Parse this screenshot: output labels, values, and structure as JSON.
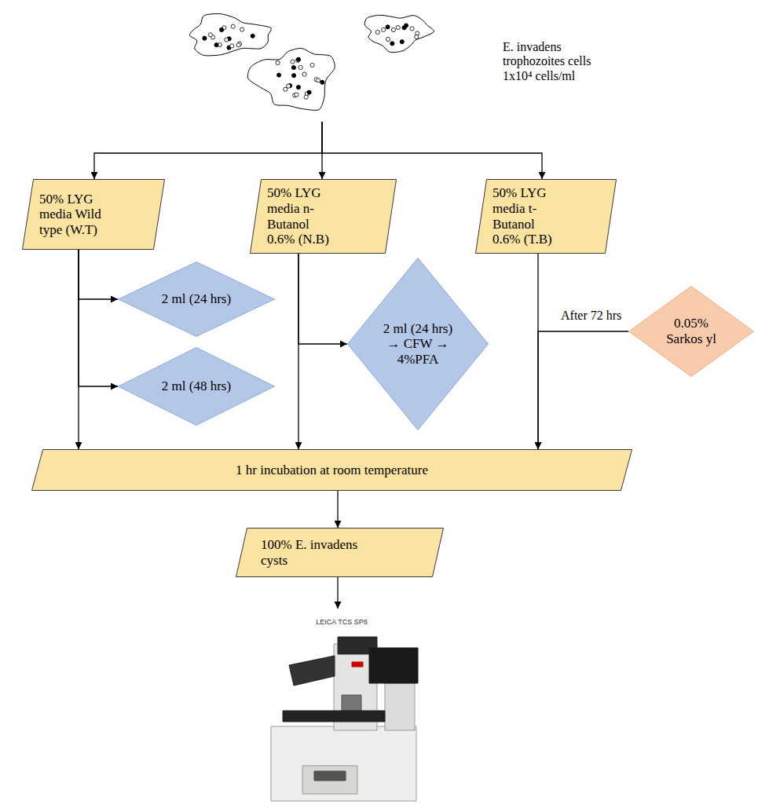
{
  "diagram": {
    "nodes": [
      {
        "text": [
          "E. invadens trophozoites cells 1x10⁴ cells/ml"
        ]
      },
      {
        "text": [
          "50% LYG media Wild type (W.T)"
        ]
      },
      {
        "text": [
          "50% LYG media n- Butanol 0.6% (N.B)"
        ]
      },
      {
        "text": [
          "50% LYG media t- Butanol 0.6% (T.B)"
        ]
      },
      {
        "text": [
          "2 ml (24 hrs)"
        ]
      },
      {
        "text": [
          "2 ml (48 hrs)"
        ]
      },
      {
        "text": [
          "2 ml (24 hrs) → CFW → 4%PFA"
        ]
      },
      {
        "text": [
          "0.05% Sarkos yl"
        ]
      },
      {
        "text": [
          "1 hr incubation at room temperature"
        ]
      },
      {
        "text": [
          "100% E. invadens cysts"
        ]
      },
      {
        "text": [
          "LEICA TCS SP8"
        ]
      }
    ],
    "edges": [
      {
        "from": 0,
        "to": 1,
        "arrow": "to"
      },
      {
        "from": 0,
        "to": 2,
        "arrow": "to"
      },
      {
        "from": 0,
        "to": 3,
        "arrow": "to"
      },
      {
        "from": 1,
        "to": 4,
        "arrow": "to"
      },
      {
        "from": 1,
        "to": 5,
        "arrow": "to"
      },
      {
        "from": 1,
        "to": 8,
        "arrow": "to"
      },
      {
        "from": 2,
        "to": 6,
        "arrow": "to"
      },
      {
        "from": 2,
        "to": 8,
        "arrow": "to"
      },
      {
        "from": 3,
        "to": 8,
        "label": "After 72 hrs",
        "arrow": "to"
      },
      {
        "from": 7,
        "to": 8,
        "arrow": "to"
      },
      {
        "from": 8,
        "to": 9,
        "arrow": "to"
      },
      {
        "from": 9,
        "to": 10,
        "arrow": "to"
      }
    ]
  }
}
